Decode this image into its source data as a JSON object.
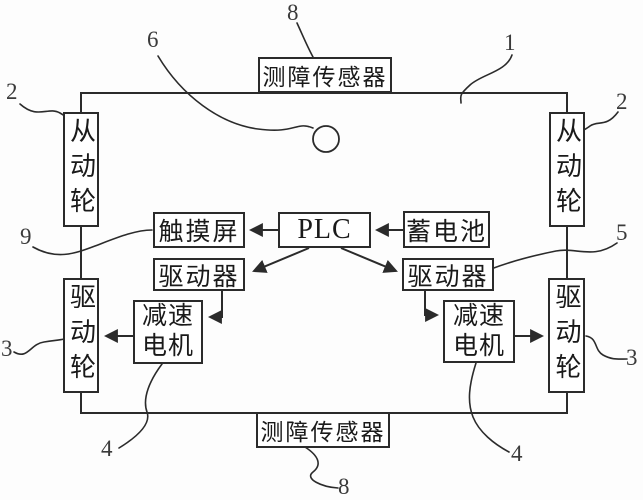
{
  "figure": {
    "background": "#fdfdfd",
    "line_color": "#2b2b2b",
    "boxes": {
      "sensor_top": "测障传感器",
      "sensor_bottom": "测障传感器",
      "driven_wheel_left": "从动轮",
      "driven_wheel_right": "从动轮",
      "drive_wheel_left": "驱动轮",
      "drive_wheel_right": "驱动轮",
      "touchscreen": "触摸屏",
      "plc": "PLC",
      "battery": "蓄电池",
      "driver_left": "驱动器",
      "driver_right": "驱动器",
      "motor_left": "减速电机",
      "motor_right": "减速电机"
    },
    "ref_numbers": {
      "n1": "1",
      "n2_left": "2",
      "n2_right": "2",
      "n3_left": "3",
      "n3_right": "3",
      "n4_left": "4",
      "n4_right": "4",
      "n5": "5",
      "n6": "6",
      "n8_top": "8",
      "n8_bottom": "8",
      "n9": "9"
    }
  }
}
